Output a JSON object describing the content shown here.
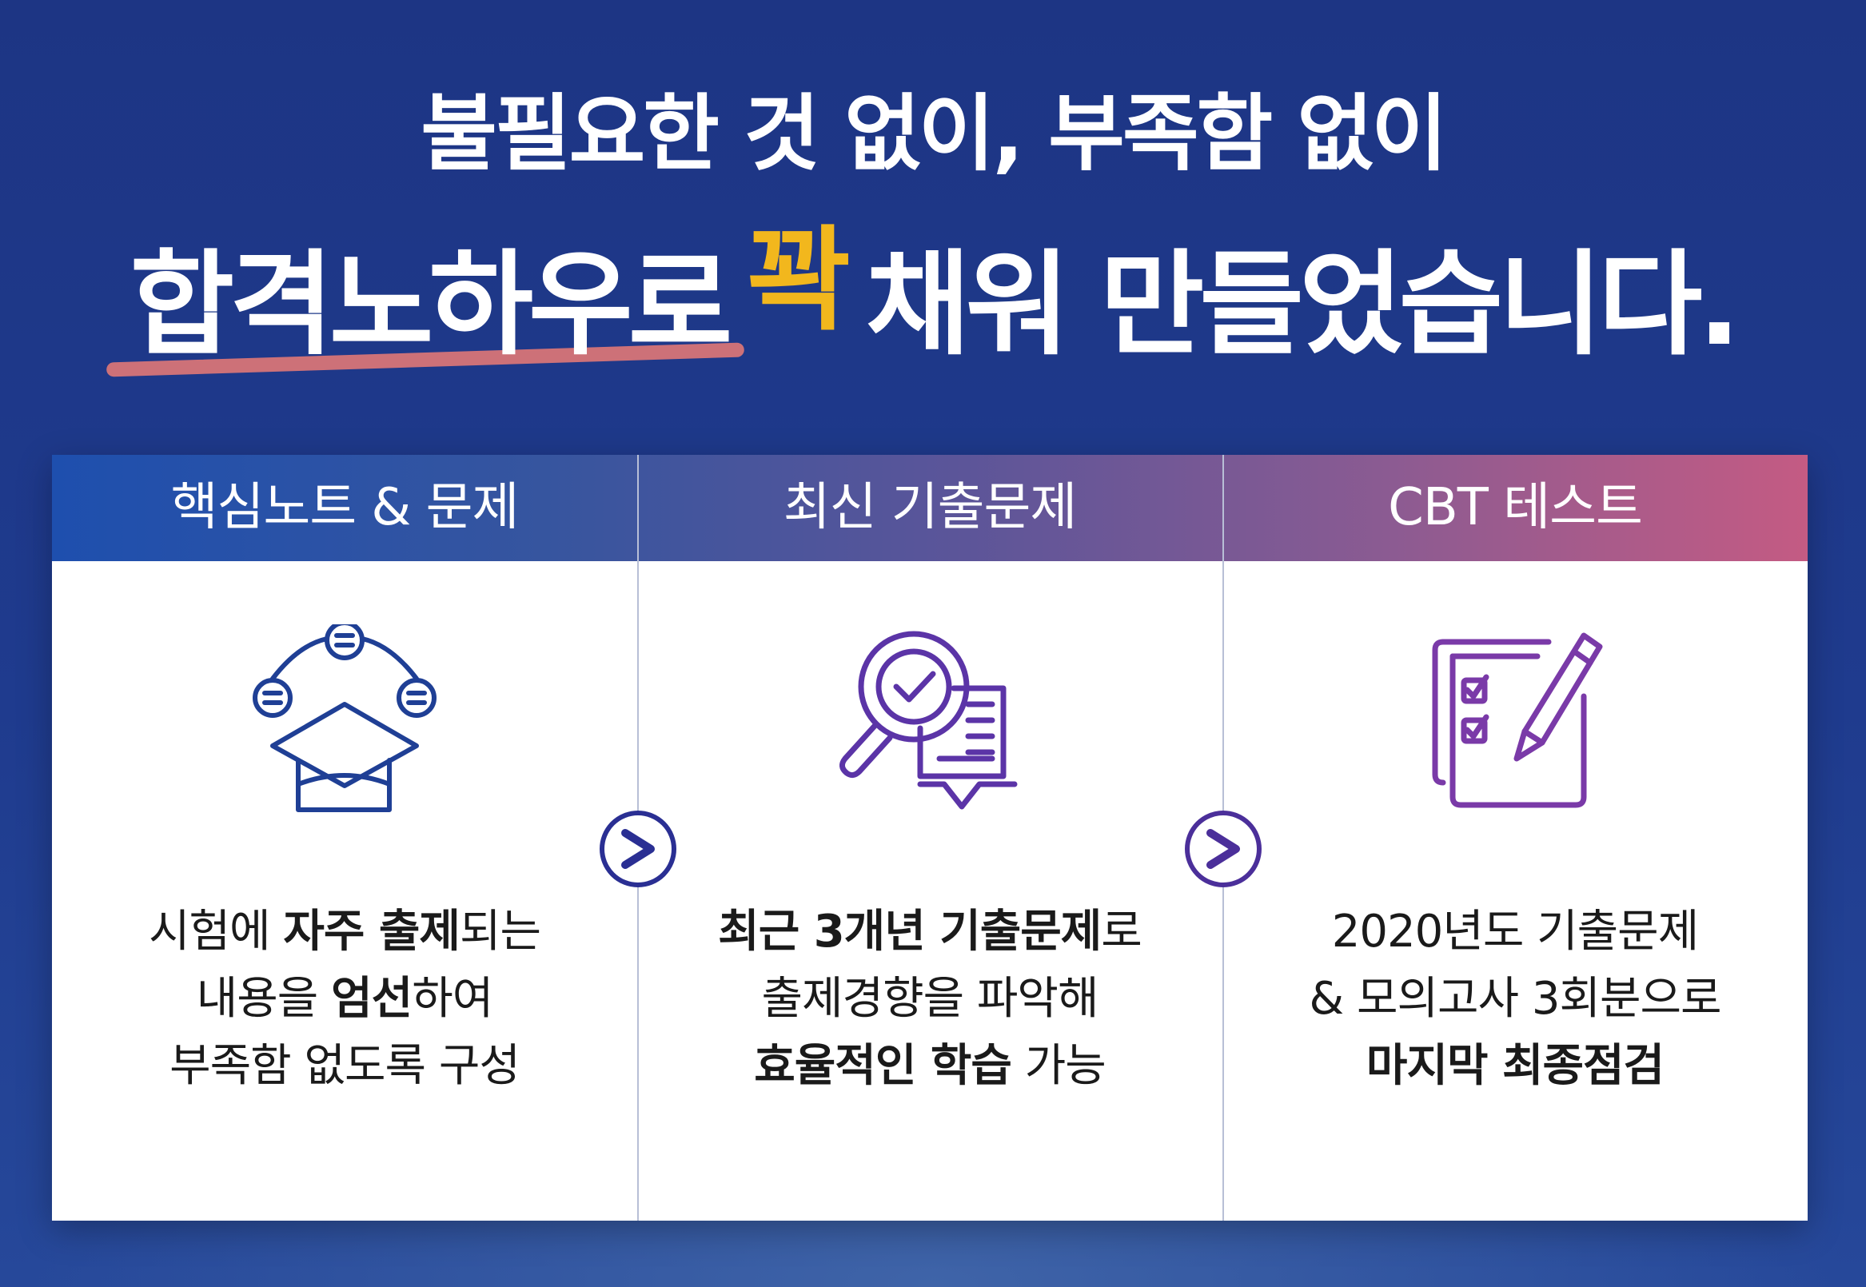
{
  "headline": {
    "line1": "불필요한 것 없이, 부족함 없이",
    "line2_highlight": "합격노하우로",
    "line2_accent": "꽉",
    "line2_rest": "채워 만들었습니다.",
    "accent_color": "#f2b71d",
    "underline_color": "#e07877"
  },
  "columns": [
    {
      "title": "핵심노트 & 문제",
      "icon": "graduation-cap-network-icon",
      "lines": [
        [
          {
            "text": "시험에 ",
            "bold": false
          },
          {
            "text": "자주 출제",
            "bold": true
          },
          {
            "text": "되는",
            "bold": false
          }
        ],
        [
          {
            "text": "내용을 ",
            "bold": false
          },
          {
            "text": "엄선",
            "bold": true
          },
          {
            "text": "하여",
            "bold": false
          }
        ],
        [
          {
            "text": "부족함 없도록 구성",
            "bold": false
          }
        ]
      ]
    },
    {
      "title": "최신 기출문제",
      "icon": "magnifier-book-check-icon",
      "lines": [
        [
          {
            "text": "최근 3개년 기출문제",
            "bold": true
          },
          {
            "text": "로",
            "bold": false
          }
        ],
        [
          {
            "text": "출제경향을 파악해",
            "bold": false
          }
        ],
        [
          {
            "text": "효율적인 학습",
            "bold": true
          },
          {
            "text": " 가능",
            "bold": false
          }
        ]
      ]
    },
    {
      "title": "CBT 테스트",
      "icon": "checklist-pencil-icon",
      "lines": [
        [
          {
            "text": "2020년도 기출문제",
            "bold": false
          }
        ],
        [
          {
            "text": "& 모의고사 3회분으로",
            "bold": false
          }
        ],
        [
          {
            "text": "마지막 최종점검",
            "bold": true
          }
        ]
      ]
    }
  ],
  "arrow_icon": "chevron-right-circle-icon",
  "colors": {
    "icon_blue": "#1f3f95",
    "icon_purple": "#5b34a7",
    "icon_violet": "#7a3aa8"
  }
}
